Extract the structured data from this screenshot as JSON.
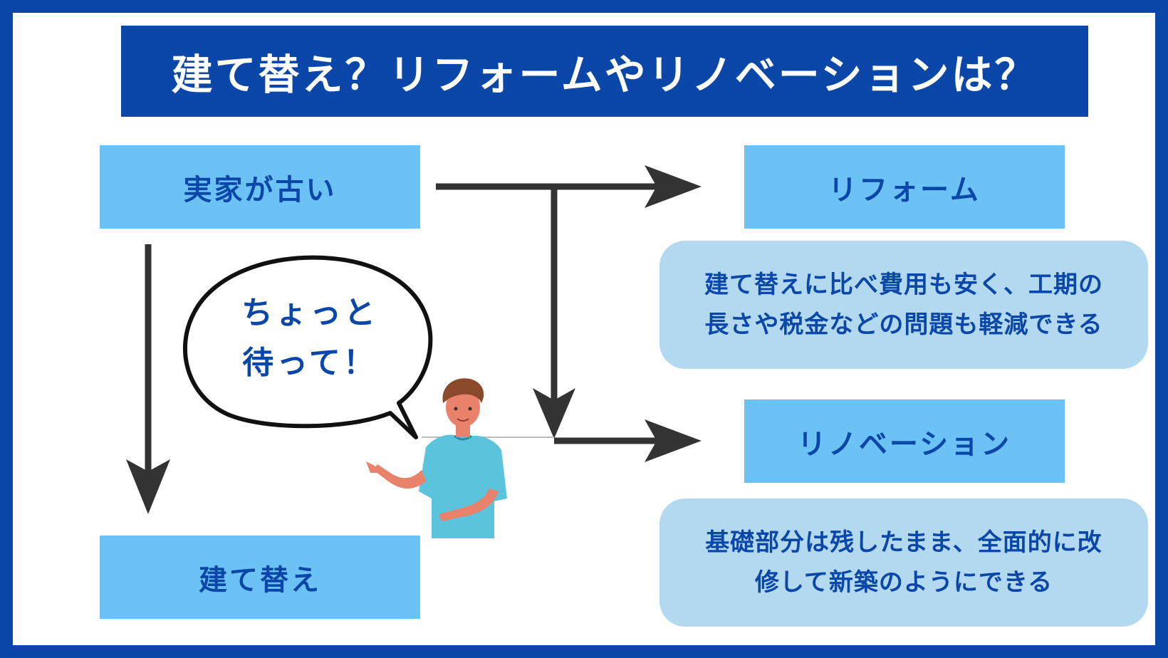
{
  "title": "建て替え？リフォームやリノベーションは？",
  "start_box": "実家が古い",
  "rebuild_box": "建て替え",
  "reform_box": "リフォーム",
  "reform_desc": [
    "建て替えに比べ費用も安く、工期の",
    "長さや税金などの問題も軽減できる"
  ],
  "renovation_box": "リノベーション",
  "renovation_desc": [
    "基礎部分は残したまま、全面的に改",
    "修して新築のようにできる"
  ],
  "speech_bubble": [
    "ちょっと",
    "待って！"
  ],
  "colors": {
    "primary_blue": "#0a47a8",
    "box_blue": "#6cc2f5",
    "desc_blue": "#b3d9f0",
    "arrow": "#333333",
    "shirt": "#5bc4dc",
    "skin": "#e8826b",
    "hair": "#8b4a2b"
  }
}
